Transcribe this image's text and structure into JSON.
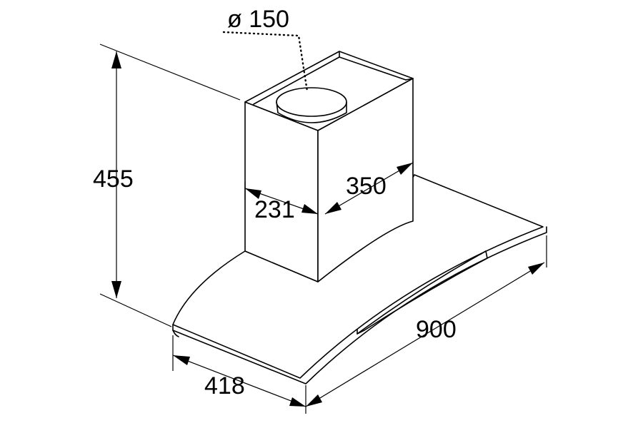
{
  "diagram": {
    "dimensions": {
      "duct_diameter": "ø 150",
      "height": "455",
      "chimney_depth": "231",
      "chimney_width": "350",
      "hood_width": "900",
      "hood_depth": "418"
    },
    "colors": {
      "line": "#000000",
      "background": "#ffffff"
    }
  }
}
